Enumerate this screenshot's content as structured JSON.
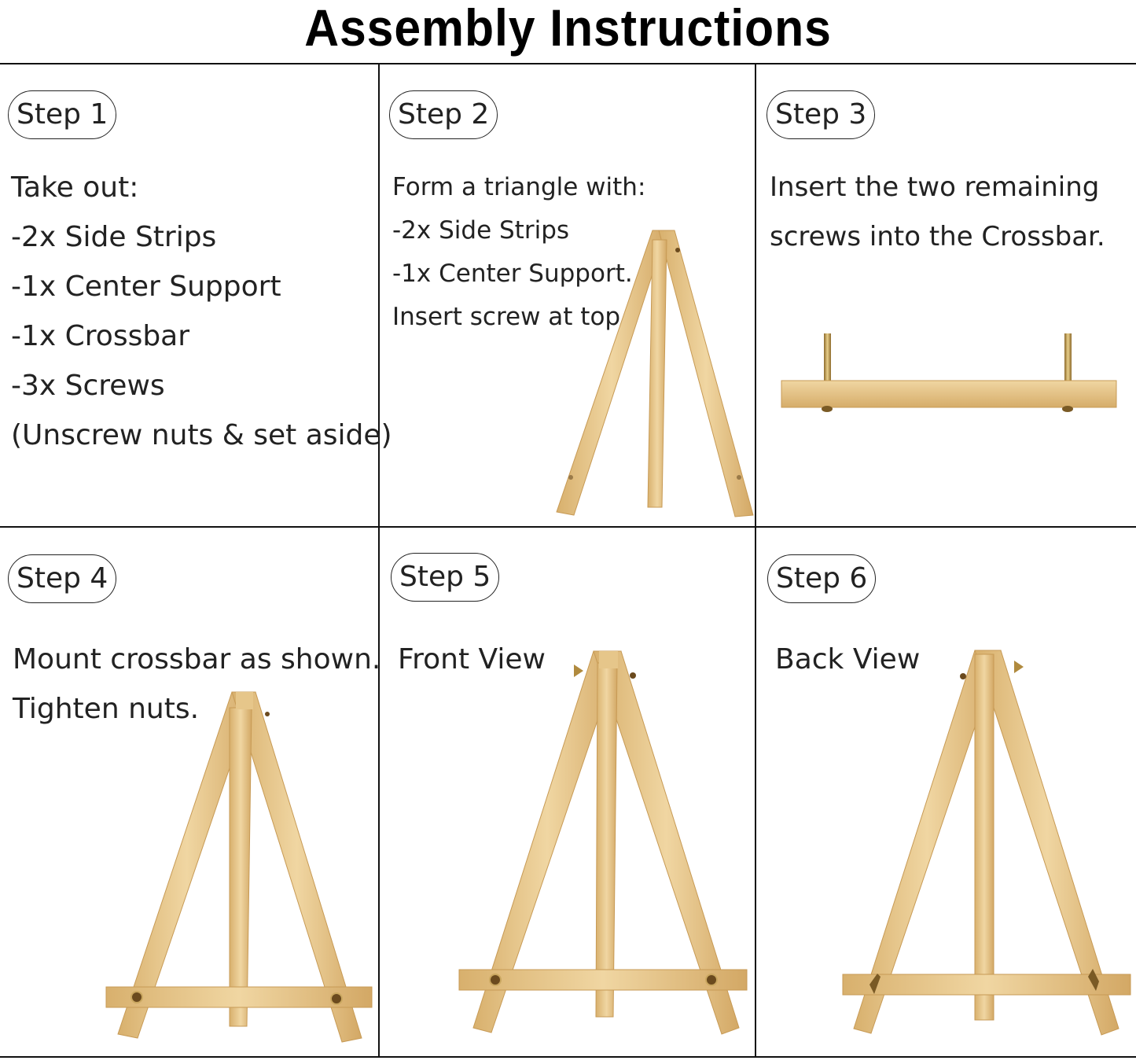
{
  "title": "Assembly Instructions",
  "steps": [
    {
      "label": "Step 1",
      "lines": [
        "Take out:",
        "-2x Side Strips",
        "-1x Center Support",
        "-1x Crossbar",
        "-3x Screws",
        "(Unscrew nuts & set aside)"
      ],
      "illustration": "easy-parts-icon"
    },
    {
      "label": "Step 2",
      "lines": [
        "Form a triangle with:",
        "-2x Side Strips",
        "-1x Center Support.",
        "Insert screw at top."
      ],
      "illustration": "triangle-frame-icon"
    },
    {
      "label": "Step 3",
      "lines": [
        "Insert the two remaining",
        "screws into the Crossbar."
      ],
      "illustration": "crossbar-screws-icon"
    },
    {
      "label": "Step 4",
      "lines": [
        "Mount crossbar as shown.",
        "Tighten nuts."
      ],
      "illustration": "easel-assembled-icon"
    },
    {
      "label": "Step 5",
      "lines": [
        "Front View"
      ],
      "illustration": "easel-front-view-icon"
    },
    {
      "label": "Step 6",
      "lines": [
        "Back View"
      ],
      "illustration": "easel-back-view-icon"
    }
  ],
  "colors": {
    "wood": "#e9c98f",
    "wood_dark": "#c9a061",
    "brass": "#b08a3e",
    "line": "#111111"
  }
}
